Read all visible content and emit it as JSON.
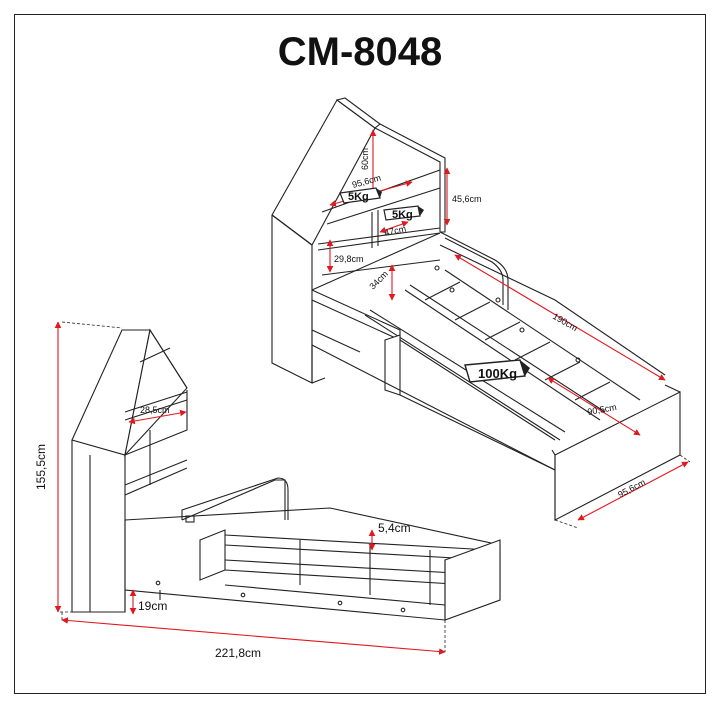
{
  "title": "CM-8048",
  "accent_color": "#e0191f",
  "line_color": "#222222",
  "dimensions": {
    "roof": "60cm",
    "shelf_width": "95,6cm",
    "shelf_height_right": "45,6cm",
    "shelf_depth": "47cm",
    "shelf_height_left": "29,8cm",
    "guard_height": "34cm",
    "bed_length": "190cm",
    "inner_width": "90,5cm",
    "total_width": "95,6cm",
    "total_height": "155,5cm",
    "side_shelf": "28,5cm",
    "mattress_depth": "5,4cm",
    "floor_clearance": "19cm",
    "total_length": "221,8cm"
  },
  "loads": {
    "shelf_top": "5Kg",
    "shelf_middle": "5Kg",
    "mattress": "100Kg"
  }
}
